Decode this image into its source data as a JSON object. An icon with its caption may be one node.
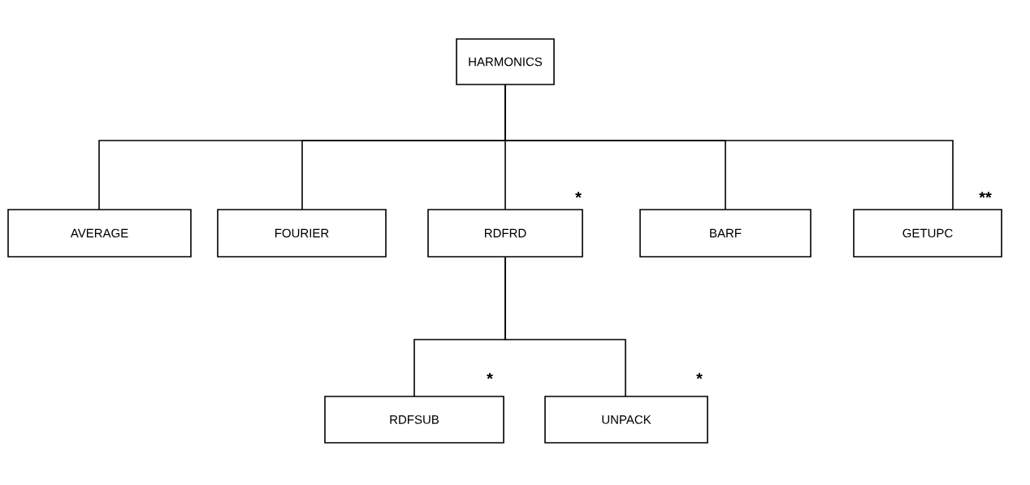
{
  "diagram": {
    "nodes": [
      {
        "text": [
          "HARMONICS"
        ]
      },
      {
        "text": [
          "AVERAGE"
        ]
      },
      {
        "text": [
          "FOURIER"
        ]
      },
      {
        "text": [
          "RDFRD"
        ],
        "beside": [
          "*"
        ]
      },
      {
        "text": [
          "BARF"
        ]
      },
      {
        "text": [
          "GETUPC"
        ],
        "beside": [
          "**"
        ]
      },
      {
        "text": [
          "RDFSUB"
        ],
        "beside": [
          "*"
        ]
      },
      {
        "text": [
          "UNPACK"
        ],
        "beside": [
          "*"
        ]
      }
    ],
    "edges": [
      {
        "from": 0,
        "to": 1,
        "arrow": "none"
      },
      {
        "from": 0,
        "to": 2,
        "arrow": "none"
      },
      {
        "from": 0,
        "to": 3,
        "arrow": "none"
      },
      {
        "from": 0,
        "to": 4,
        "arrow": "none"
      },
      {
        "from": 0,
        "to": 5,
        "arrow": "none"
      },
      {
        "from": 3,
        "to": 6,
        "arrow": "none"
      },
      {
        "from": 3,
        "to": 7,
        "arrow": "none"
      }
    ]
  }
}
